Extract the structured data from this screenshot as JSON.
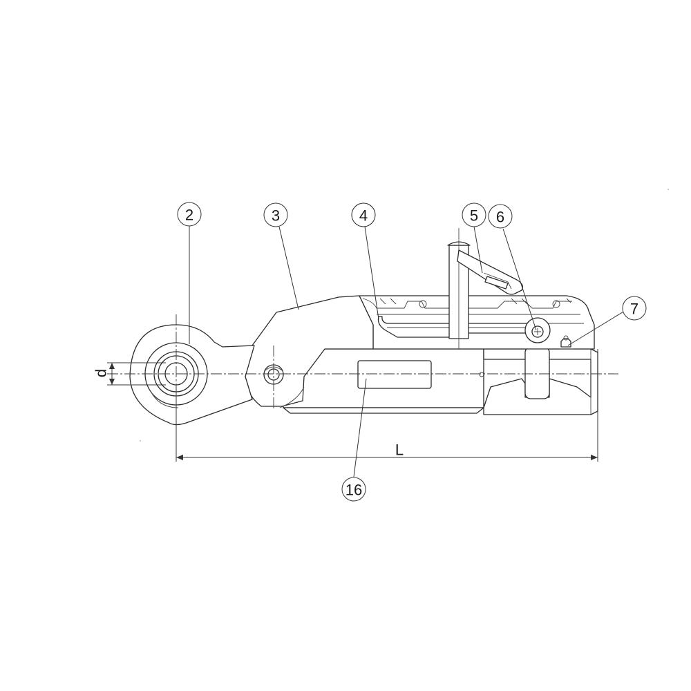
{
  "callouts": [
    {
      "id": "2",
      "label": "2",
      "active": false
    },
    {
      "id": "3",
      "label": "3",
      "active": false
    },
    {
      "id": "4",
      "label": "4",
      "active": true
    },
    {
      "id": "5",
      "label": "5",
      "active": false
    },
    {
      "id": "6",
      "label": "6",
      "active": false
    },
    {
      "id": "7",
      "label": "7",
      "active": false
    },
    {
      "id": "16",
      "label": "16",
      "active": false
    }
  ],
  "dimensions": {
    "length_label": "L",
    "diameter_label": "d"
  },
  "colors": {
    "highlight": "#3aa53a",
    "line": "#2a2a2a",
    "background": "#ffffff"
  }
}
